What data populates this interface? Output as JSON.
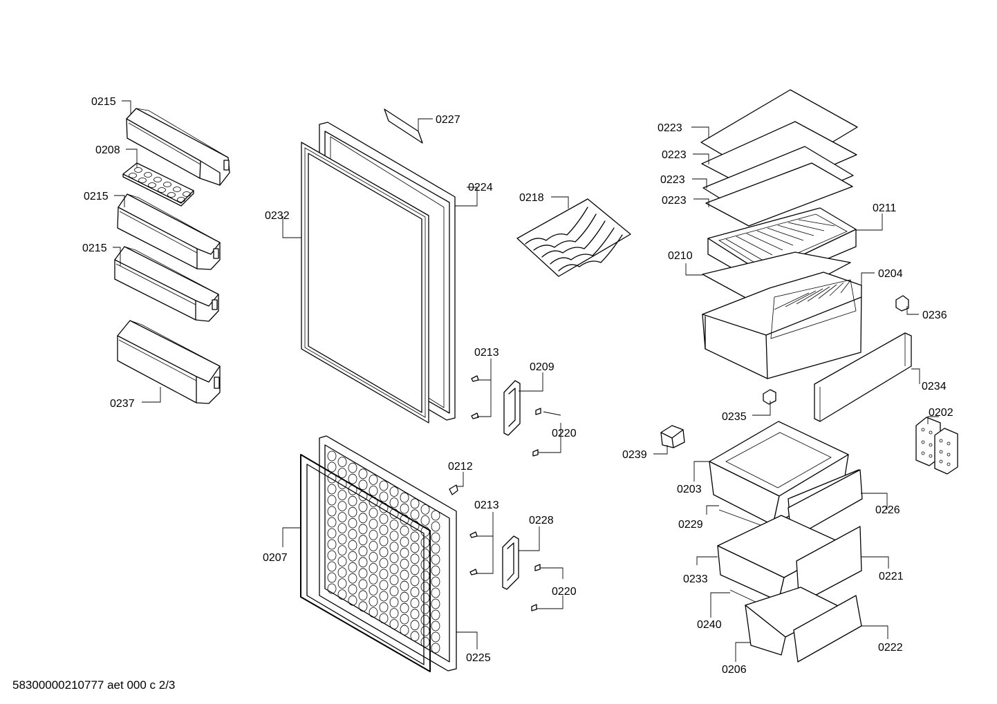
{
  "diagram": {
    "footer_code": "58300000210777 aet 000 c 2/3",
    "labels": [
      {
        "id": "l-0215a",
        "text": "0215"
      },
      {
        "id": "l-0208",
        "text": "0208"
      },
      {
        "id": "l-0215b",
        "text": "0215"
      },
      {
        "id": "l-0215c",
        "text": "0215"
      },
      {
        "id": "l-0237",
        "text": "0237"
      },
      {
        "id": "l-0227",
        "text": "0227"
      },
      {
        "id": "l-0224",
        "text": "0224"
      },
      {
        "id": "l-0232",
        "text": "0232"
      },
      {
        "id": "l-0218",
        "text": "0218"
      },
      {
        "id": "l-0213a",
        "text": "0213"
      },
      {
        "id": "l-0209",
        "text": "0209"
      },
      {
        "id": "l-0220a",
        "text": "0220"
      },
      {
        "id": "l-0212",
        "text": "0212"
      },
      {
        "id": "l-0213b",
        "text": "0213"
      },
      {
        "id": "l-0228",
        "text": "0228"
      },
      {
        "id": "l-0220b",
        "text": "0220"
      },
      {
        "id": "l-0207",
        "text": "0207"
      },
      {
        "id": "l-0225",
        "text": "0225"
      },
      {
        "id": "l-0223a",
        "text": "0223"
      },
      {
        "id": "l-0223b",
        "text": "0223"
      },
      {
        "id": "l-0223c",
        "text": "0223"
      },
      {
        "id": "l-0223d",
        "text": "0223"
      },
      {
        "id": "l-0211",
        "text": "0211"
      },
      {
        "id": "l-0210",
        "text": "0210"
      },
      {
        "id": "l-0204",
        "text": "0204"
      },
      {
        "id": "l-0236",
        "text": "0236"
      },
      {
        "id": "l-0234",
        "text": "0234"
      },
      {
        "id": "l-0235",
        "text": "0235"
      },
      {
        "id": "l-0202",
        "text": "0202"
      },
      {
        "id": "l-0239",
        "text": "0239"
      },
      {
        "id": "l-0203",
        "text": "0203"
      },
      {
        "id": "l-0226",
        "text": "0226"
      },
      {
        "id": "l-0229",
        "text": "0229"
      },
      {
        "id": "l-0233",
        "text": "0233"
      },
      {
        "id": "l-0221",
        "text": "0221"
      },
      {
        "id": "l-0240",
        "text": "0240"
      },
      {
        "id": "l-0222",
        "text": "0222"
      },
      {
        "id": "l-0206",
        "text": "0206"
      }
    ]
  }
}
